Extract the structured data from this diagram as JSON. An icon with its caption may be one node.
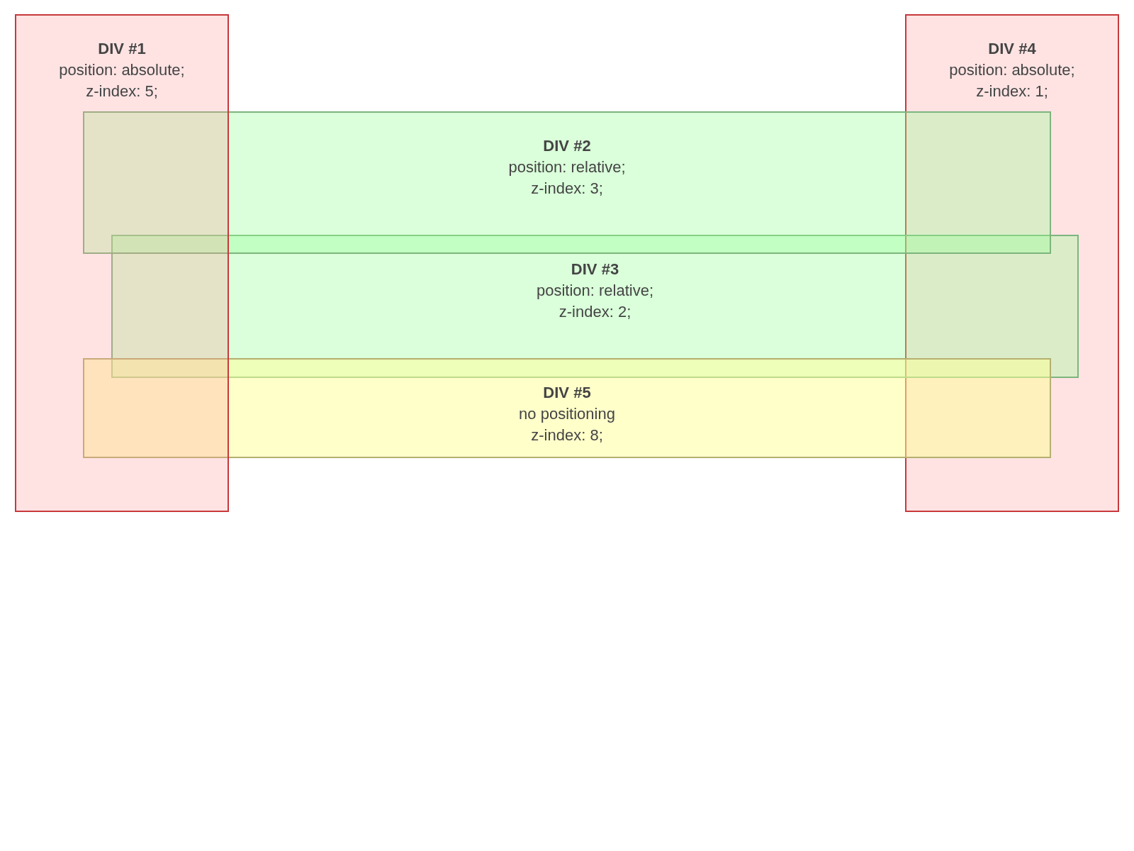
{
  "diagram": {
    "nodes": [
      {
        "text": [
          "DIV #1",
          "position: absolute;",
          "z-index: 5;"
        ]
      },
      {
        "text": [
          "DIV #2",
          "position: relative;",
          "z-index: 3;"
        ]
      },
      {
        "text": [
          "DIV #3",
          "position: relative;",
          "z-index: 2;"
        ]
      },
      {
        "text": [
          "DIV #4",
          "position: absolute;",
          "z-index: 1;"
        ]
      },
      {
        "text": [
          "DIV #5",
          "no positioning",
          "z-index: 8;"
        ]
      }
    ]
  }
}
